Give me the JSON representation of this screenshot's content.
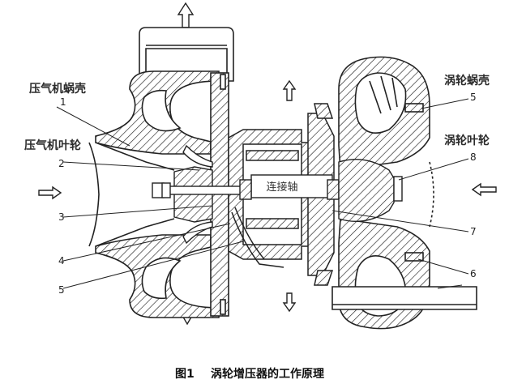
{
  "labels": {
    "compressor_housing": "压气机蜗壳",
    "compressor_wheel": "压气机叶轮",
    "turbine_housing": "涡轮蜗壳",
    "turbine_wheel": "涡轮叶轮",
    "shaft": "连接轴"
  },
  "numbers": {
    "n1": "1",
    "n2": "2",
    "n3": "3",
    "n4": "4",
    "n5": "5",
    "n5r": "5",
    "n6": "6",
    "n7": "7",
    "n8": "8"
  },
  "caption": {
    "figure_no": "图1",
    "title": "涡轮增压器的工作原理"
  },
  "colors": {
    "ink": "#222222",
    "paper": "#ffffff"
  }
}
